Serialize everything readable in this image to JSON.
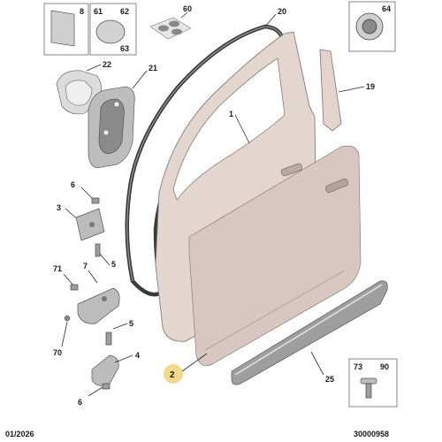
{
  "diagram": {
    "date_code": "01/2026",
    "part_number": "30000958",
    "callouts": {
      "door_shell": "1",
      "door_skin": "2",
      "hinge_upper": "3",
      "hinge_bracket": "4",
      "bolt": "5",
      "screw_top": "6",
      "screw_bottom": "6",
      "hinge_lower": "7",
      "box_8": "8",
      "seal_inner": "20",
      "molding": "19",
      "speaker_frame": "21",
      "speaker_grille": "22",
      "trim_strip": "25",
      "box_60": "60",
      "box_61": "61",
      "box_62": "62",
      "box_63": "63",
      "box_64": "64",
      "nut_70": "70",
      "nut_71": "71",
      "box_73": "73",
      "box_90": "90"
    },
    "colors": {
      "door": "#e3d6cf",
      "seal": "#3a3a3a",
      "metal": "#bcbcbc",
      "highlight": "#f5d98b"
    }
  }
}
